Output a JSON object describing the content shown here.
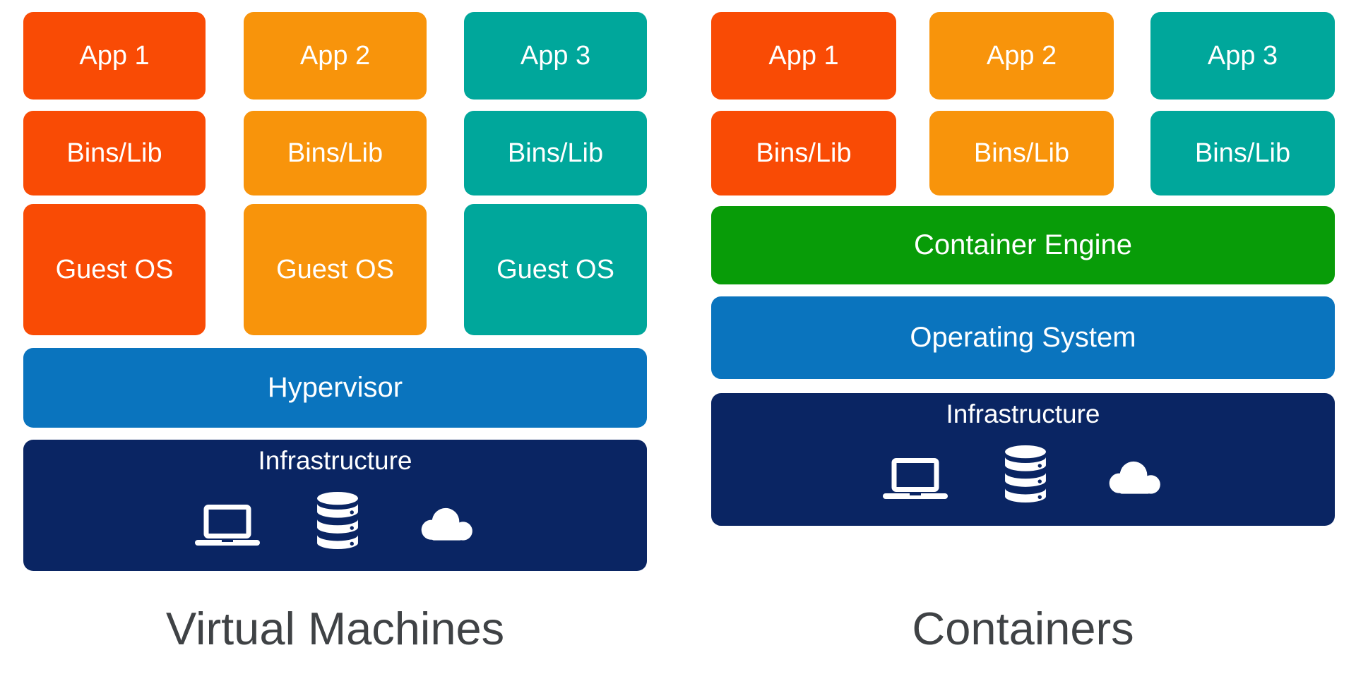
{
  "colors": {
    "app1_red_orange": "#F94B05",
    "app2_orange": "#F8940B",
    "app3_teal": "#00A79B",
    "container_engine_green": "#089C08",
    "hypervisor_os_blue": "#0A74BE",
    "infrastructure_navy": "#0A2563",
    "title_gray": "#3F4245",
    "box_text_white": "#FFFFFF"
  },
  "left": {
    "title": "Virtual Machines",
    "columns": [
      {
        "boxes": [
          "App 1",
          "Bins/Lib",
          "Guest OS"
        ]
      },
      {
        "boxes": [
          "App 2",
          "Bins/Lib",
          "Guest OS"
        ]
      },
      {
        "boxes": [
          "App 3",
          "Bins/Lib",
          "Guest OS"
        ]
      }
    ],
    "hypervisor": "Hypervisor",
    "infrastructure": {
      "label": "Infrastructure",
      "icons": [
        "laptop-icon",
        "database-icon",
        "cloud-icon"
      ]
    }
  },
  "right": {
    "title": "Containers",
    "columns": [
      {
        "boxes": [
          "App 1",
          "Bins/Lib"
        ]
      },
      {
        "boxes": [
          "App 2",
          "Bins/Lib"
        ]
      },
      {
        "boxes": [
          "App 3",
          "Bins/Lib"
        ]
      }
    ],
    "container_engine": "Container Engine",
    "operating_system": "Operating System",
    "infrastructure": {
      "label": "Infrastructure",
      "icons": [
        "laptop-icon",
        "database-icon",
        "cloud-icon"
      ]
    }
  }
}
